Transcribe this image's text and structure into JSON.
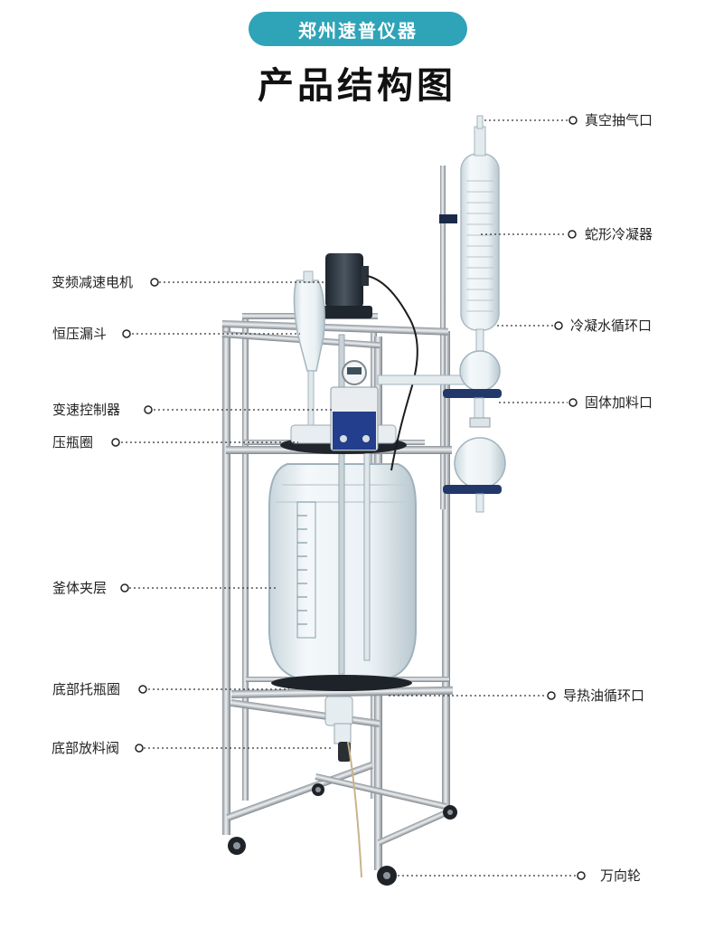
{
  "header": {
    "brand": "郑州速普仪器",
    "title": "产品结构图"
  },
  "labels_left": [
    {
      "id": "motor",
      "text": "变频减速电机"
    },
    {
      "id": "funnel",
      "text": "恒压漏斗"
    },
    {
      "id": "controller",
      "text": "变速控制器"
    },
    {
      "id": "press-ring",
      "text": "压瓶圈"
    },
    {
      "id": "jacket",
      "text": "釜体夹层"
    },
    {
      "id": "bottom-ring",
      "text": "底部托瓶圈"
    },
    {
      "id": "valve",
      "text": "底部放料阀"
    }
  ],
  "labels_right": [
    {
      "id": "vacuum",
      "text": "真空抽气口"
    },
    {
      "id": "condenser",
      "text": "蛇形冷凝器"
    },
    {
      "id": "cond-water",
      "text": "冷凝水循环口"
    },
    {
      "id": "solid-feed",
      "text": "固体加料口"
    },
    {
      "id": "oil-port",
      "text": "导热油循环口"
    },
    {
      "id": "caster",
      "text": "万向轮"
    }
  ],
  "colors": {
    "accent": "#2fa3b8",
    "steel": "#b9bec4",
    "glass": "#dde8ee",
    "motor": "#2f3a45",
    "controller": "#233e8c"
  }
}
